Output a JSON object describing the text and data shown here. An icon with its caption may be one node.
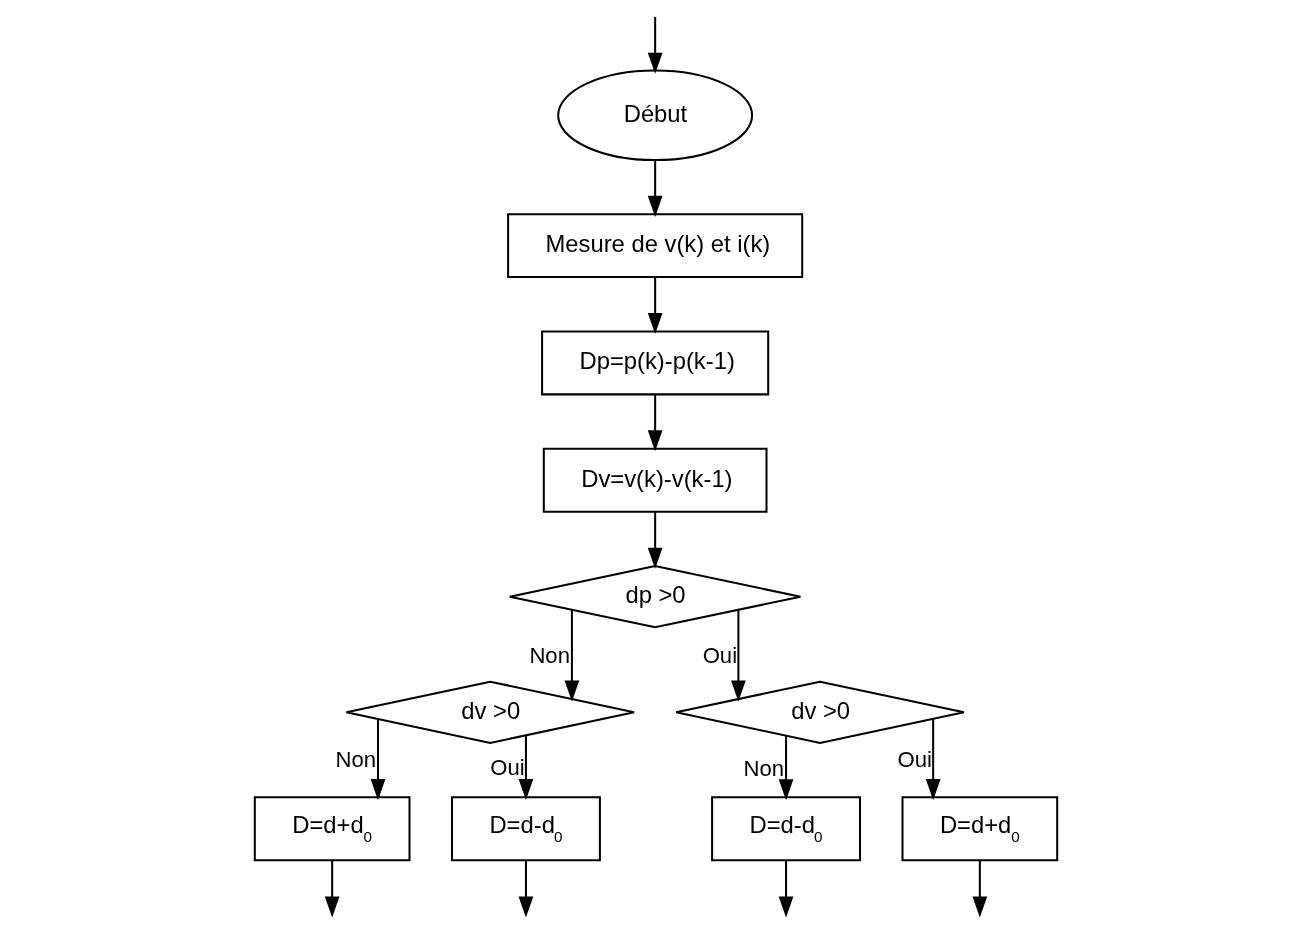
{
  "diagram": {
    "nodes": [
      {
        "text": [
          "Début"
        ]
      },
      {
        "text": [
          "Mesure de v(k) et i(k)"
        ]
      },
      {
        "text": [
          "Dp=p(k)-p(k-1)"
        ]
      },
      {
        "text": [
          "Dv=v(k)-v(k-1)"
        ]
      },
      {
        "text": [
          "dp >0"
        ]
      },
      {
        "text": [
          "dv >0"
        ]
      },
      {
        "text": [
          "dv >0"
        ]
      },
      {
        "text": [
          "D=d+d$_{0}$"
        ]
      },
      {
        "text": [
          "D=d-d$_{0}$"
        ]
      },
      {
        "text": [
          "D=d-d$_{0}$"
        ]
      },
      {
        "text": [
          "D=d+d$_{0}$"
        ]
      }
    ],
    "edges": [
      {
        "from": null,
        "to": 0,
        "arrow": "to"
      },
      {
        "from": 0,
        "to": 1,
        "arrow": "to"
      },
      {
        "from": 1,
        "to": 2,
        "arrow": "to"
      },
      {
        "from": 2,
        "to": 3,
        "arrow": "to"
      },
      {
        "from": 3,
        "to": 4,
        "arrow": "to"
      },
      {
        "from": 4,
        "to": 5,
        "arrow": "to",
        "label": "Non"
      },
      {
        "from": 4,
        "to": 6,
        "arrow": "to",
        "label": "Oui"
      },
      {
        "from": 5,
        "to": 7,
        "arrow": "to",
        "label": "Non"
      },
      {
        "from": 5,
        "to": 8,
        "arrow": "to",
        "label": "Oui"
      },
      {
        "from": 6,
        "to": 9,
        "arrow": "to",
        "label": "Non"
      },
      {
        "from": 6,
        "to": 10,
        "arrow": "to",
        "label": "Oui"
      },
      {
        "from": 7,
        "to": null,
        "arrow": "to"
      },
      {
        "from": 8,
        "to": null,
        "arrow": "to"
      },
      {
        "from": 9,
        "to": null,
        "arrow": "to"
      },
      {
        "from": 10,
        "to": null,
        "arrow": "to"
      }
    ]
  }
}
